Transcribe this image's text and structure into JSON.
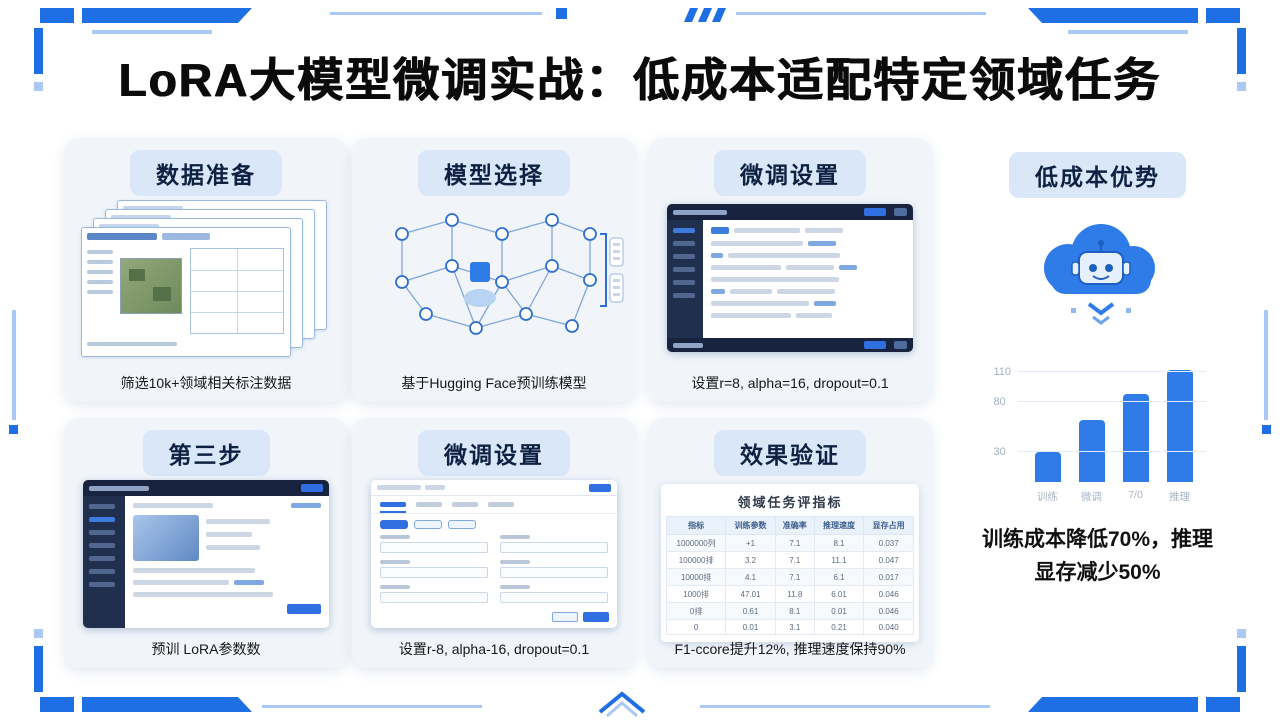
{
  "slide": {
    "title": "LoRA大模型微调实战：低成本适配特定领域任务"
  },
  "colors": {
    "accent_blue": "#1e6fe3",
    "pill_bg": "#d9e7f8",
    "card_bg": "#f1f5fa",
    "bar_color": "#2f7ce8"
  },
  "cards": {
    "data_prep": {
      "title": "数据准备",
      "caption": "筛选10k+领域相关标注数据"
    },
    "model_select": {
      "title": "模型选择",
      "caption": "基于Hugging Face预训练模型"
    },
    "finetune_top": {
      "title": "微调设置",
      "caption": "设置r=8, alpha=16, dropout=0.1"
    },
    "step3": {
      "title": "第三步",
      "caption": "预训 LoRA参数数"
    },
    "finetune_bottom": {
      "title": "微调设置",
      "caption": "设置r-8, alpha-16, dropout=0.1"
    },
    "validation": {
      "title": "效果验证",
      "caption": "F1-ccore提升12%, 推理速度保持90%",
      "table": {
        "title": "领域任务评指标",
        "headers": [
          "指标",
          "训练参数",
          "准确率",
          "推理速度",
          "显存占用"
        ],
        "rows": [
          [
            "1000000列",
            "+1",
            "7.1",
            "8.1",
            "0.037"
          ],
          [
            "100000排",
            "3.2",
            "7.1",
            "11.1",
            "0.047"
          ],
          [
            "10000排",
            "4.1",
            "7.1",
            "6.1",
            "0.017"
          ],
          [
            "1000排",
            "47.01",
            "11.8",
            "6.01",
            "0.046"
          ],
          [
            "0排",
            "0.61",
            "8.1",
            "0.01",
            "0.046"
          ],
          [
            "0",
            "0.01",
            "3.1",
            "0.21",
            "0.040"
          ]
        ]
      }
    }
  },
  "advantage": {
    "title": "低成本优势",
    "caption": "训练成本降低70%，推理\n显存减少50%"
  },
  "chart_data": {
    "type": "bar",
    "categories": [
      "训练",
      "微调",
      "7/0",
      "推理"
    ],
    "values": [
      30,
      62,
      88,
      112
    ],
    "title": "",
    "xlabel": "",
    "ylabel": "",
    "ylim": [
      0,
      120
    ],
    "yticks": [
      110,
      80,
      30
    ],
    "grid": true,
    "legend_position": "none"
  }
}
